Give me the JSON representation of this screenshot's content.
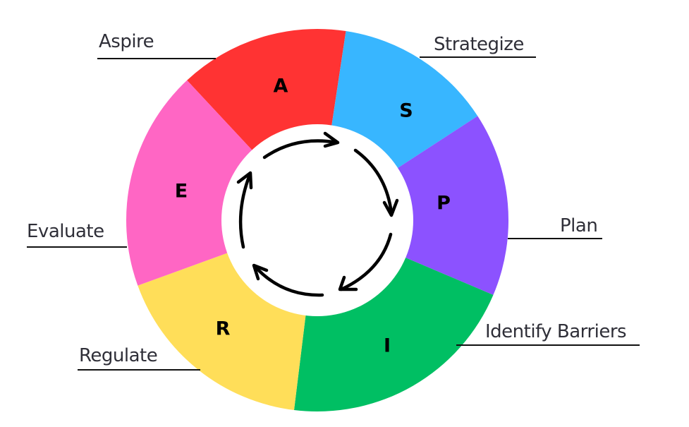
{
  "diagram": {
    "type": "cycle-wheel",
    "segments": [
      {
        "id": "aspire",
        "letter": "A",
        "label": "Aspire",
        "color": "#ff3333"
      },
      {
        "id": "strategize",
        "letter": "S",
        "label": "Strategize",
        "color": "#38b6ff"
      },
      {
        "id": "plan",
        "letter": "P",
        "label": "Plan",
        "color": "#8c52ff"
      },
      {
        "id": "identify-barriers",
        "letter": "I",
        "label": "Identify Barriers",
        "color": "#00bf63"
      },
      {
        "id": "regulate",
        "letter": "R",
        "label": "Regulate",
        "color": "#ffde59"
      },
      {
        "id": "evaluate",
        "letter": "E",
        "label": "Evaluate",
        "color": "#ff66c4"
      }
    ],
    "center_icon": "clockwise-cycle-arrows-icon",
    "text_color": "#2f2f38",
    "arrow_color": "#000000"
  }
}
